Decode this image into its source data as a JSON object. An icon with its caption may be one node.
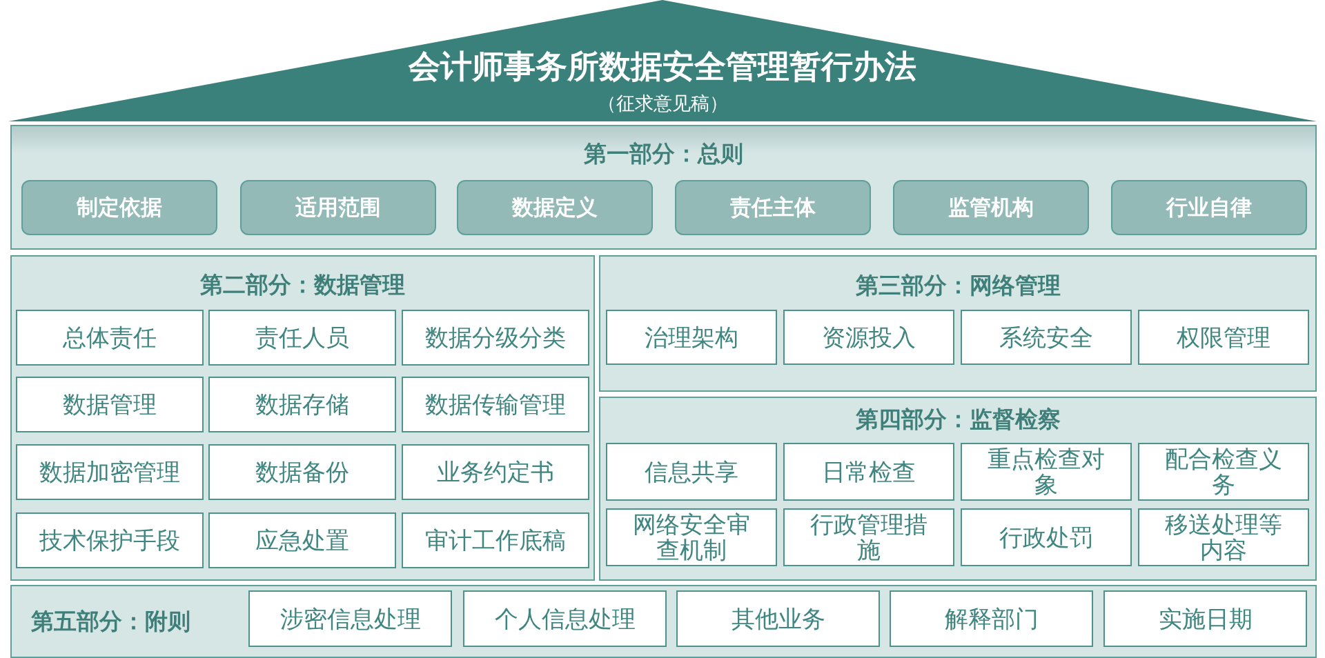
{
  "diagram": {
    "nodes": [
      {
        "text": [
          "会计师事务所数据安全管理暂行办法",
          "（征求意见稿）"
        ]
      },
      {
        "text": [
          "第一部分：总则"
        ]
      },
      {
        "text": [
          "制定依据"
        ],
        "in": 1
      },
      {
        "text": [
          "适用范围"
        ],
        "in": 1
      },
      {
        "text": [
          "数据定义"
        ],
        "in": 1
      },
      {
        "text": [
          "责任主体"
        ],
        "in": 1
      },
      {
        "text": [
          "监管机构"
        ],
        "in": 1
      },
      {
        "text": [
          "行业自律"
        ],
        "in": 1
      },
      {
        "text": [
          "第二部分：数据管理"
        ]
      },
      {
        "text": [
          "总体责任"
        ],
        "in": 8
      },
      {
        "text": [
          "责任人员"
        ],
        "in": 8
      },
      {
        "text": [
          "数据分级分类"
        ],
        "in": 8
      },
      {
        "text": [
          "数据管理"
        ],
        "in": 8
      },
      {
        "text": [
          "数据存储"
        ],
        "in": 8
      },
      {
        "text": [
          "数据传输管理"
        ],
        "in": 8
      },
      {
        "text": [
          "数据加密管理"
        ],
        "in": 8
      },
      {
        "text": [
          "数据备份"
        ],
        "in": 8
      },
      {
        "text": [
          "业务约定书"
        ],
        "in": 8
      },
      {
        "text": [
          "技术保护手段"
        ],
        "in": 8
      },
      {
        "text": [
          "应急处置"
        ],
        "in": 8
      },
      {
        "text": [
          "审计工作底稿"
        ],
        "in": 8
      },
      {
        "text": [
          "第三部分：网络管理"
        ]
      },
      {
        "text": [
          "治理架构"
        ],
        "in": 21
      },
      {
        "text": [
          "资源投入"
        ],
        "in": 21
      },
      {
        "text": [
          "系统安全"
        ],
        "in": 21
      },
      {
        "text": [
          "权限管理"
        ],
        "in": 21
      },
      {
        "text": [
          "第四部分：监督检察"
        ]
      },
      {
        "text": [
          "信息共享"
        ],
        "in": 26
      },
      {
        "text": [
          "日常检查"
        ],
        "in": 26
      },
      {
        "text": [
          "重点检查对象"
        ],
        "in": 26
      },
      {
        "text": [
          "配合检查义务"
        ],
        "in": 26
      },
      {
        "text": [
          "网络安全审查机制"
        ],
        "in": 26
      },
      {
        "text": [
          "行政管理措施"
        ],
        "in": 26
      },
      {
        "text": [
          "行政处罚"
        ],
        "in": 26
      },
      {
        "text": [
          "移送处理等内容"
        ],
        "in": 26
      },
      {
        "text": [
          "第五部分：附则"
        ]
      },
      {
        "text": [
          "涉密信息处理"
        ],
        "in": 35
      },
      {
        "text": [
          "个人信息处理"
        ],
        "in": 35
      },
      {
        "text": [
          "其他业务"
        ],
        "in": 35
      },
      {
        "text": [
          "解释部门"
        ],
        "in": 35
      },
      {
        "text": [
          "实施日期"
        ],
        "in": 35
      }
    ]
  }
}
